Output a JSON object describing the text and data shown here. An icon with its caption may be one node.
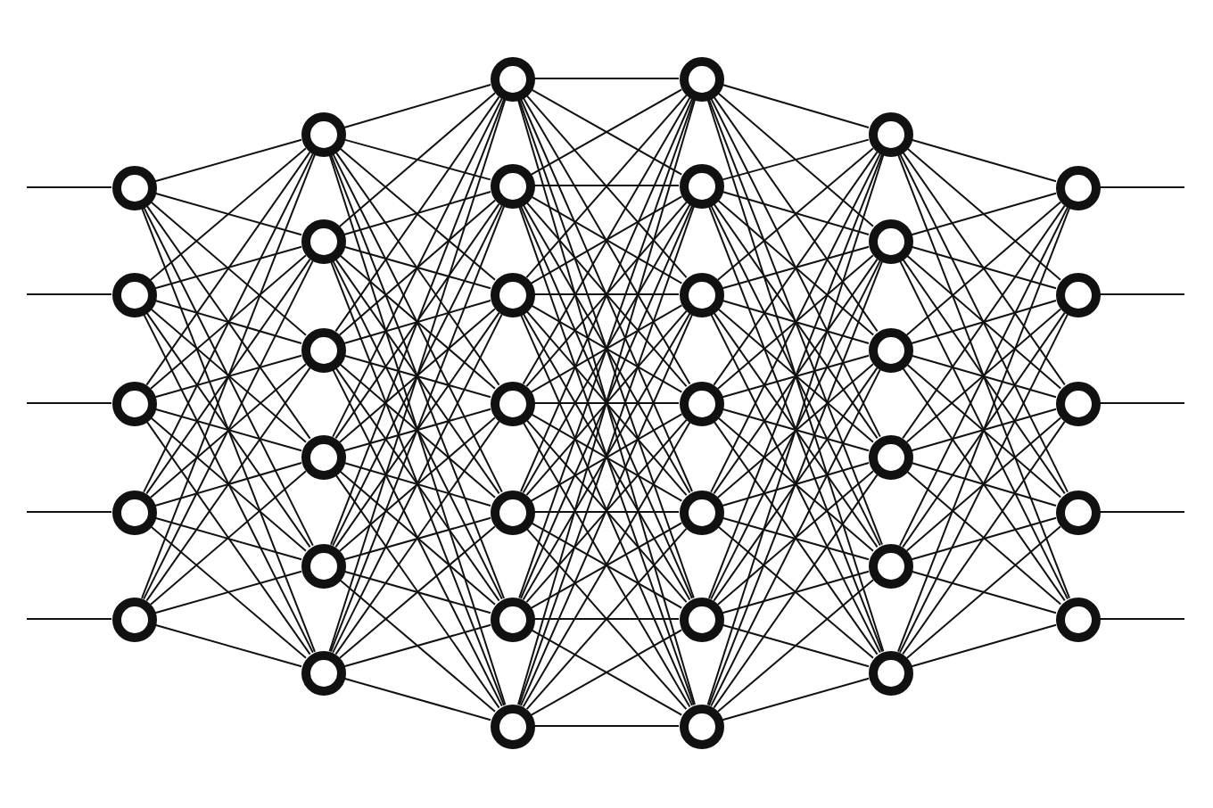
{
  "diagram": {
    "nodes": [
      {
        "text": [],
        "shape": "circle"
      },
      {
        "text": [],
        "shape": "circle"
      },
      {
        "text": [],
        "shape": "circle"
      },
      {
        "text": [],
        "shape": "circle"
      },
      {
        "text": [],
        "shape": "circle"
      },
      {
        "text": [],
        "shape": "circle"
      },
      {
        "text": [],
        "shape": "circle"
      },
      {
        "text": [],
        "shape": "circle"
      },
      {
        "text": [],
        "shape": "circle"
      },
      {
        "text": [],
        "shape": "circle"
      },
      {
        "text": [],
        "shape": "circle"
      },
      {
        "text": [],
        "shape": "circle"
      },
      {
        "text": [],
        "shape": "circle"
      },
      {
        "text": [],
        "shape": "circle"
      },
      {
        "text": [],
        "shape": "circle"
      },
      {
        "text": [],
        "shape": "circle"
      },
      {
        "text": [],
        "shape": "circle"
      },
      {
        "text": [],
        "shape": "circle"
      },
      {
        "text": [],
        "shape": "circle"
      },
      {
        "text": [],
        "shape": "circle"
      },
      {
        "text": [],
        "shape": "circle"
      },
      {
        "text": [],
        "shape": "circle"
      },
      {
        "text": [],
        "shape": "circle"
      },
      {
        "text": [],
        "shape": "circle"
      },
      {
        "text": [],
        "shape": "circle"
      },
      {
        "text": [],
        "shape": "circle"
      },
      {
        "text": [],
        "shape": "circle"
      },
      {
        "text": [],
        "shape": "circle"
      },
      {
        "text": [],
        "shape": "circle"
      },
      {
        "text": [],
        "shape": "circle"
      },
      {
        "text": [],
        "shape": "circle"
      },
      {
        "text": [],
        "shape": "circle"
      },
      {
        "text": [],
        "shape": "circle"
      },
      {
        "text": [],
        "shape": "circle"
      },
      {
        "text": [],
        "shape": "circle"
      },
      {
        "text": [],
        "shape": "circle"
      }
    ],
    "edges": [
      {
        "from": null,
        "to": 0,
        "arrow": "none"
      },
      {
        "from": null,
        "to": 1,
        "arrow": "none"
      },
      {
        "from": null,
        "to": 2,
        "arrow": "none"
      },
      {
        "from": null,
        "to": 3,
        "arrow": "none"
      },
      {
        "from": null,
        "to": 4,
        "arrow": "none"
      },
      {
        "from": 0,
        "to": 5,
        "arrow": "none"
      },
      {
        "from": 0,
        "to": 6,
        "arrow": "none"
      },
      {
        "from": 0,
        "to": 7,
        "arrow": "none"
      },
      {
        "from": 0,
        "to": 8,
        "arrow": "none"
      },
      {
        "from": 0,
        "to": 9,
        "arrow": "none"
      },
      {
        "from": 0,
        "to": 10,
        "arrow": "none"
      },
      {
        "from": 1,
        "to": 5,
        "arrow": "none"
      },
      {
        "from": 1,
        "to": 6,
        "arrow": "none"
      },
      {
        "from": 1,
        "to": 7,
        "arrow": "none"
      },
      {
        "from": 1,
        "to": 8,
        "arrow": "none"
      },
      {
        "from": 1,
        "to": 9,
        "arrow": "none"
      },
      {
        "from": 1,
        "to": 10,
        "arrow": "none"
      },
      {
        "from": 2,
        "to": 5,
        "arrow": "none"
      },
      {
        "from": 2,
        "to": 6,
        "arrow": "none"
      },
      {
        "from": 2,
        "to": 7,
        "arrow": "none"
      },
      {
        "from": 2,
        "to": 8,
        "arrow": "none"
      },
      {
        "from": 2,
        "to": 9,
        "arrow": "none"
      },
      {
        "from": 2,
        "to": 10,
        "arrow": "none"
      },
      {
        "from": 3,
        "to": 5,
        "arrow": "none"
      },
      {
        "from": 3,
        "to": 6,
        "arrow": "none"
      },
      {
        "from": 3,
        "to": 7,
        "arrow": "none"
      },
      {
        "from": 3,
        "to": 8,
        "arrow": "none"
      },
      {
        "from": 3,
        "to": 9,
        "arrow": "none"
      },
      {
        "from": 3,
        "to": 10,
        "arrow": "none"
      },
      {
        "from": 4,
        "to": 5,
        "arrow": "none"
      },
      {
        "from": 4,
        "to": 6,
        "arrow": "none"
      },
      {
        "from": 4,
        "to": 7,
        "arrow": "none"
      },
      {
        "from": 4,
        "to": 8,
        "arrow": "none"
      },
      {
        "from": 4,
        "to": 9,
        "arrow": "none"
      },
      {
        "from": 4,
        "to": 10,
        "arrow": "none"
      },
      {
        "from": 5,
        "to": 11,
        "arrow": "none"
      },
      {
        "from": 5,
        "to": 12,
        "arrow": "none"
      },
      {
        "from": 5,
        "to": 13,
        "arrow": "none"
      },
      {
        "from": 5,
        "to": 14,
        "arrow": "none"
      },
      {
        "from": 5,
        "to": 15,
        "arrow": "none"
      },
      {
        "from": 5,
        "to": 16,
        "arrow": "none"
      },
      {
        "from": 5,
        "to": 17,
        "arrow": "none"
      },
      {
        "from": 6,
        "to": 11,
        "arrow": "none"
      },
      {
        "from": 6,
        "to": 12,
        "arrow": "none"
      },
      {
        "from": 6,
        "to": 13,
        "arrow": "none"
      },
      {
        "from": 6,
        "to": 14,
        "arrow": "none"
      },
      {
        "from": 6,
        "to": 15,
        "arrow": "none"
      },
      {
        "from": 6,
        "to": 16,
        "arrow": "none"
      },
      {
        "from": 6,
        "to": 17,
        "arrow": "none"
      },
      {
        "from": 7,
        "to": 11,
        "arrow": "none"
      },
      {
        "from": 7,
        "to": 12,
        "arrow": "none"
      },
      {
        "from": 7,
        "to": 13,
        "arrow": "none"
      },
      {
        "from": 7,
        "to": 14,
        "arrow": "none"
      },
      {
        "from": 7,
        "to": 15,
        "arrow": "none"
      },
      {
        "from": 7,
        "to": 16,
        "arrow": "none"
      },
      {
        "from": 7,
        "to": 17,
        "arrow": "none"
      },
      {
        "from": 8,
        "to": 11,
        "arrow": "none"
      },
      {
        "from": 8,
        "to": 12,
        "arrow": "none"
      },
      {
        "from": 8,
        "to": 13,
        "arrow": "none"
      },
      {
        "from": 8,
        "to": 14,
        "arrow": "none"
      },
      {
        "from": 8,
        "to": 15,
        "arrow": "none"
      },
      {
        "from": 8,
        "to": 16,
        "arrow": "none"
      },
      {
        "from": 8,
        "to": 17,
        "arrow": "none"
      },
      {
        "from": 9,
        "to": 11,
        "arrow": "none"
      },
      {
        "from": 9,
        "to": 12,
        "arrow": "none"
      },
      {
        "from": 9,
        "to": 13,
        "arrow": "none"
      },
      {
        "from": 9,
        "to": 14,
        "arrow": "none"
      },
      {
        "from": 9,
        "to": 15,
        "arrow": "none"
      },
      {
        "from": 9,
        "to": 16,
        "arrow": "none"
      },
      {
        "from": 9,
        "to": 17,
        "arrow": "none"
      },
      {
        "from": 10,
        "to": 11,
        "arrow": "none"
      },
      {
        "from": 10,
        "to": 12,
        "arrow": "none"
      },
      {
        "from": 10,
        "to": 13,
        "arrow": "none"
      },
      {
        "from": 10,
        "to": 14,
        "arrow": "none"
      },
      {
        "from": 10,
        "to": 15,
        "arrow": "none"
      },
      {
        "from": 10,
        "to": 16,
        "arrow": "none"
      },
      {
        "from": 10,
        "to": 17,
        "arrow": "none"
      },
      {
        "from": 11,
        "to": 18,
        "arrow": "none"
      },
      {
        "from": 11,
        "to": 19,
        "arrow": "none"
      },
      {
        "from": 11,
        "to": 20,
        "arrow": "none"
      },
      {
        "from": 11,
        "to": 21,
        "arrow": "none"
      },
      {
        "from": 11,
        "to": 22,
        "arrow": "none"
      },
      {
        "from": 11,
        "to": 23,
        "arrow": "none"
      },
      {
        "from": 11,
        "to": 24,
        "arrow": "none"
      },
      {
        "from": 12,
        "to": 18,
        "arrow": "none"
      },
      {
        "from": 12,
        "to": 19,
        "arrow": "none"
      },
      {
        "from": 12,
        "to": 20,
        "arrow": "none"
      },
      {
        "from": 12,
        "to": 21,
        "arrow": "none"
      },
      {
        "from": 12,
        "to": 22,
        "arrow": "none"
      },
      {
        "from": 12,
        "to": 23,
        "arrow": "none"
      },
      {
        "from": 12,
        "to": 24,
        "arrow": "none"
      },
      {
        "from": 13,
        "to": 18,
        "arrow": "none"
      },
      {
        "from": 13,
        "to": 19,
        "arrow": "none"
      },
      {
        "from": 13,
        "to": 20,
        "arrow": "none"
      },
      {
        "from": 13,
        "to": 21,
        "arrow": "none"
      },
      {
        "from": 13,
        "to": 22,
        "arrow": "none"
      },
      {
        "from": 13,
        "to": 23,
        "arrow": "none"
      },
      {
        "from": 13,
        "to": 24,
        "arrow": "none"
      },
      {
        "from": 14,
        "to": 18,
        "arrow": "none"
      },
      {
        "from": 14,
        "to": 19,
        "arrow": "none"
      },
      {
        "from": 14,
        "to": 20,
        "arrow": "none"
      },
      {
        "from": 14,
        "to": 21,
        "arrow": "none"
      },
      {
        "from": 14,
        "to": 22,
        "arrow": "none"
      },
      {
        "from": 14,
        "to": 23,
        "arrow": "none"
      },
      {
        "from": 14,
        "to": 24,
        "arrow": "none"
      },
      {
        "from": 15,
        "to": 18,
        "arrow": "none"
      },
      {
        "from": 15,
        "to": 19,
        "arrow": "none"
      },
      {
        "from": 15,
        "to": 20,
        "arrow": "none"
      },
      {
        "from": 15,
        "to": 21,
        "arrow": "none"
      },
      {
        "from": 15,
        "to": 22,
        "arrow": "none"
      },
      {
        "from": 15,
        "to": 23,
        "arrow": "none"
      },
      {
        "from": 15,
        "to": 24,
        "arrow": "none"
      },
      {
        "from": 16,
        "to": 18,
        "arrow": "none"
      },
      {
        "from": 16,
        "to": 19,
        "arrow": "none"
      },
      {
        "from": 16,
        "to": 20,
        "arrow": "none"
      },
      {
        "from": 16,
        "to": 21,
        "arrow": "none"
      },
      {
        "from": 16,
        "to": 22,
        "arrow": "none"
      },
      {
        "from": 16,
        "to": 23,
        "arrow": "none"
      },
      {
        "from": 16,
        "to": 24,
        "arrow": "none"
      },
      {
        "from": 17,
        "to": 18,
        "arrow": "none"
      },
      {
        "from": 17,
        "to": 19,
        "arrow": "none"
      },
      {
        "from": 17,
        "to": 20,
        "arrow": "none"
      },
      {
        "from": 17,
        "to": 21,
        "arrow": "none"
      },
      {
        "from": 17,
        "to": 22,
        "arrow": "none"
      },
      {
        "from": 17,
        "to": 23,
        "arrow": "none"
      },
      {
        "from": 17,
        "to": 24,
        "arrow": "none"
      },
      {
        "from": 18,
        "to": 25,
        "arrow": "none"
      },
      {
        "from": 18,
        "to": 26,
        "arrow": "none"
      },
      {
        "from": 18,
        "to": 27,
        "arrow": "none"
      },
      {
        "from": 18,
        "to": 28,
        "arrow": "none"
      },
      {
        "from": 18,
        "to": 29,
        "arrow": "none"
      },
      {
        "from": 18,
        "to": 30,
        "arrow": "none"
      },
      {
        "from": 19,
        "to": 25,
        "arrow": "none"
      },
      {
        "from": 19,
        "to": 26,
        "arrow": "none"
      },
      {
        "from": 19,
        "to": 27,
        "arrow": "none"
      },
      {
        "from": 19,
        "to": 28,
        "arrow": "none"
      },
      {
        "from": 19,
        "to": 29,
        "arrow": "none"
      },
      {
        "from": 19,
        "to": 30,
        "arrow": "none"
      },
      {
        "from": 20,
        "to": 25,
        "arrow": "none"
      },
      {
        "from": 20,
        "to": 26,
        "arrow": "none"
      },
      {
        "from": 20,
        "to": 27,
        "arrow": "none"
      },
      {
        "from": 20,
        "to": 28,
        "arrow": "none"
      },
      {
        "from": 20,
        "to": 29,
        "arrow": "none"
      },
      {
        "from": 20,
        "to": 30,
        "arrow": "none"
      },
      {
        "from": 21,
        "to": 25,
        "arrow": "none"
      },
      {
        "from": 21,
        "to": 26,
        "arrow": "none"
      },
      {
        "from": 21,
        "to": 27,
        "arrow": "none"
      },
      {
        "from": 21,
        "to": 28,
        "arrow": "none"
      },
      {
        "from": 21,
        "to": 29,
        "arrow": "none"
      },
      {
        "from": 21,
        "to": 30,
        "arrow": "none"
      },
      {
        "from": 22,
        "to": 25,
        "arrow": "none"
      },
      {
        "from": 22,
        "to": 26,
        "arrow": "none"
      },
      {
        "from": 22,
        "to": 27,
        "arrow": "none"
      },
      {
        "from": 22,
        "to": 28,
        "arrow": "none"
      },
      {
        "from": 22,
        "to": 29,
        "arrow": "none"
      },
      {
        "from": 22,
        "to": 30,
        "arrow": "none"
      },
      {
        "from": 23,
        "to": 25,
        "arrow": "none"
      },
      {
        "from": 23,
        "to": 26,
        "arrow": "none"
      },
      {
        "from": 23,
        "to": 27,
        "arrow": "none"
      },
      {
        "from": 23,
        "to": 28,
        "arrow": "none"
      },
      {
        "from": 23,
        "to": 29,
        "arrow": "none"
      },
      {
        "from": 23,
        "to": 30,
        "arrow": "none"
      },
      {
        "from": 24,
        "to": 25,
        "arrow": "none"
      },
      {
        "from": 24,
        "to": 26,
        "arrow": "none"
      },
      {
        "from": 24,
        "to": 27,
        "arrow": "none"
      },
      {
        "from": 24,
        "to": 28,
        "arrow": "none"
      },
      {
        "from": 24,
        "to": 29,
        "arrow": "none"
      },
      {
        "from": 24,
        "to": 30,
        "arrow": "none"
      },
      {
        "from": 25,
        "to": 31,
        "arrow": "none"
      },
      {
        "from": 25,
        "to": 32,
        "arrow": "none"
      },
      {
        "from": 25,
        "to": 33,
        "arrow": "none"
      },
      {
        "from": 25,
        "to": 34,
        "arrow": "none"
      },
      {
        "from": 25,
        "to": 35,
        "arrow": "none"
      },
      {
        "from": 26,
        "to": 31,
        "arrow": "none"
      },
      {
        "from": 26,
        "to": 32,
        "arrow": "none"
      },
      {
        "from": 26,
        "to": 33,
        "arrow": "none"
      },
      {
        "from": 26,
        "to": 34,
        "arrow": "none"
      },
      {
        "from": 26,
        "to": 35,
        "arrow": "none"
      },
      {
        "from": 27,
        "to": 31,
        "arrow": "none"
      },
      {
        "from": 27,
        "to": 32,
        "arrow": "none"
      },
      {
        "from": 27,
        "to": 33,
        "arrow": "none"
      },
      {
        "from": 27,
        "to": 34,
        "arrow": "none"
      },
      {
        "from": 27,
        "to": 35,
        "arrow": "none"
      },
      {
        "from": 28,
        "to": 31,
        "arrow": "none"
      },
      {
        "from": 28,
        "to": 32,
        "arrow": "none"
      },
      {
        "from": 28,
        "to": 33,
        "arrow": "none"
      },
      {
        "from": 28,
        "to": 34,
        "arrow": "none"
      },
      {
        "from": 28,
        "to": 35,
        "arrow": "none"
      },
      {
        "from": 29,
        "to": 31,
        "arrow": "none"
      },
      {
        "from": 29,
        "to": 32,
        "arrow": "none"
      },
      {
        "from": 29,
        "to": 33,
        "arrow": "none"
      },
      {
        "from": 29,
        "to": 34,
        "arrow": "none"
      },
      {
        "from": 29,
        "to": 35,
        "arrow": "none"
      },
      {
        "from": 30,
        "to": 31,
        "arrow": "none"
      },
      {
        "from": 30,
        "to": 32,
        "arrow": "none"
      },
      {
        "from": 30,
        "to": 33,
        "arrow": "none"
      },
      {
        "from": 30,
        "to": 34,
        "arrow": "none"
      },
      {
        "from": 30,
        "to": 35,
        "arrow": "none"
      },
      {
        "from": 31,
        "to": null,
        "arrow": "none"
      },
      {
        "from": 32,
        "to": null,
        "arrow": "none"
      },
      {
        "from": 33,
        "to": null,
        "arrow": "none"
      },
      {
        "from": 34,
        "to": null,
        "arrow": "none"
      },
      {
        "from": 35,
        "to": null,
        "arrow": "none"
      }
    ]
  }
}
